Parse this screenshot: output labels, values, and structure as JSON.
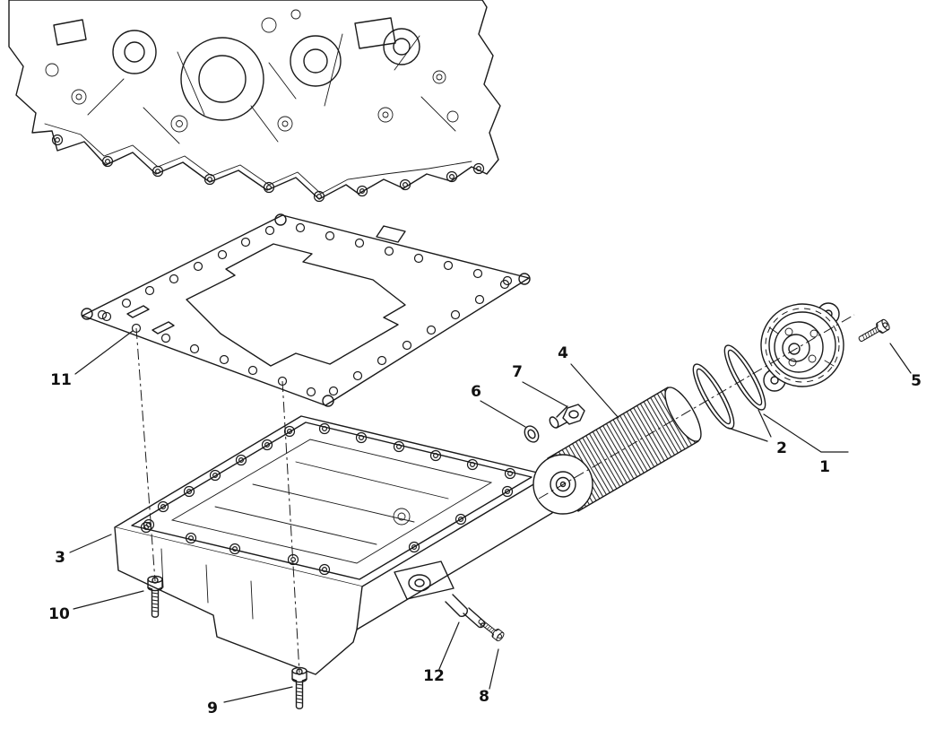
{
  "colors": {
    "background": "#ffffff",
    "line": "#1a1a1a",
    "label": "#111111"
  },
  "callouts": {
    "c1": "1",
    "c2": "2",
    "c3": "3",
    "c4": "4",
    "c5": "5",
    "c6": "6",
    "c7": "7",
    "c8": "8",
    "c9": "9",
    "c10": "10",
    "c11": "11",
    "c12": "12"
  }
}
